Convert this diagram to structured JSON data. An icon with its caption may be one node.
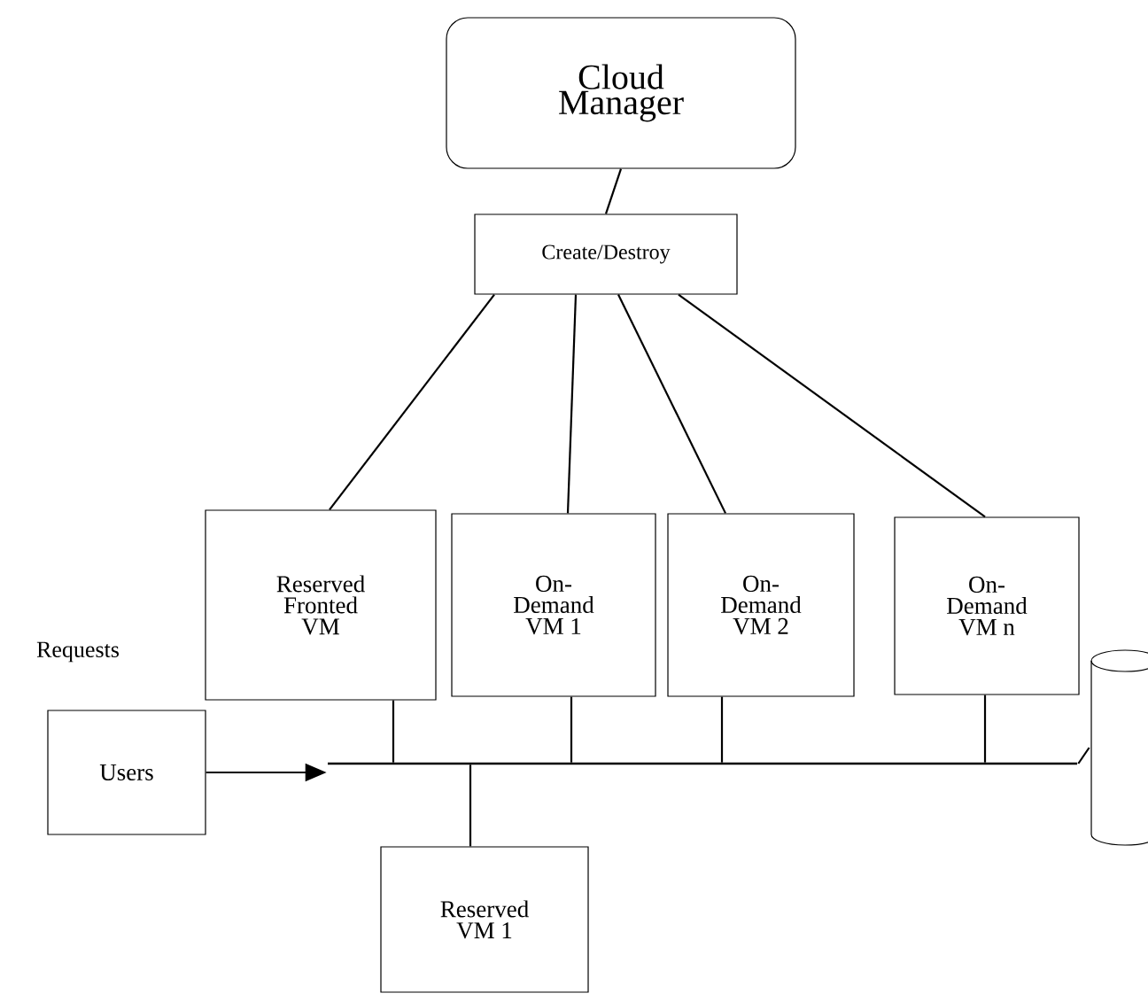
{
  "diagram": {
    "nodes": [
      {
        "text": [
          "Cloud Manager"
        ]
      },
      {
        "text": [
          "Create/Destroy"
        ]
      },
      {
        "text": [
          "Reserved Fronted VM"
        ]
      },
      {
        "text": [
          "On- Demand VM 1"
        ]
      },
      {
        "text": [
          "On- Demand VM 2"
        ]
      },
      {
        "text": [
          "On- Demand VM n"
        ]
      },
      {
        "text": [
          "Users"
        ]
      },
      {
        "text": [],
        "shape": "bar"
      },
      {
        "text": [],
        "shape": "cylinder"
      },
      {
        "text": [
          "Reserved VM 1"
        ]
      }
    ],
    "edges": [
      {
        "from": 0,
        "to": 1,
        "arrow": "none"
      },
      {
        "from": 1,
        "to": 2,
        "arrow": "none"
      },
      {
        "from": 1,
        "to": 3,
        "arrow": "none"
      },
      {
        "from": 1,
        "to": 4,
        "arrow": "none"
      },
      {
        "from": 1,
        "to": 5,
        "arrow": "none"
      },
      {
        "from": 6,
        "to": 7,
        "arrow": "to"
      },
      {
        "from": 2,
        "to": 7,
        "arrow": "none"
      },
      {
        "from": 3,
        "to": 7,
        "arrow": "none"
      },
      {
        "from": 4,
        "to": 7,
        "arrow": "none"
      },
      {
        "from": 5,
        "to": 7,
        "arrow": "none"
      },
      {
        "from": 7,
        "to": 8,
        "arrow": "none"
      },
      {
        "from": 9,
        "to": 7,
        "arrow": "none"
      }
    ],
    "labels": [
      "Requests"
    ]
  }
}
